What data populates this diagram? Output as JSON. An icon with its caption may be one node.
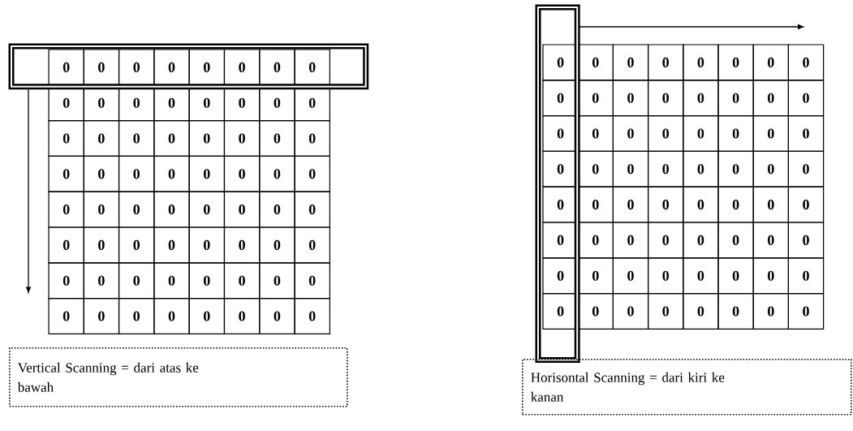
{
  "diagram": {
    "nodes": [
      {
        "text": [
          "Vertical Scanning = dari atas ke bawah"
        ]
      },
      {
        "text": [
          "Horisontal Scanning = dari kiri ke kanan"
        ]
      }
    ],
    "labels": [
      "0",
      "0",
      "0",
      "0",
      "0",
      "0",
      "0",
      "0",
      "0",
      "0",
      "0",
      "0",
      "0",
      "0",
      "0",
      "0",
      "0",
      "0",
      "0",
      "0",
      "0",
      "0",
      "0",
      "0",
      "0",
      "0",
      "0",
      "0",
      "0",
      "0",
      "0",
      "0",
      "0",
      "0",
      "0",
      "0",
      "0",
      "0",
      "0",
      "0",
      "0",
      "0",
      "0",
      "0",
      "0",
      "0",
      "0",
      "0",
      "0",
      "0",
      "0",
      "0",
      "0",
      "0",
      "0",
      "0",
      "0",
      "0",
      "0",
      "0",
      "0",
      "0",
      "0",
      "0",
      "0",
      "0",
      "0",
      "0",
      "0",
      "0",
      "0",
      "0",
      "0",
      "0",
      "0",
      "0",
      "0",
      "0",
      "0",
      "0",
      "0",
      "0",
      "0",
      "0",
      "0",
      "0",
      "0",
      "0",
      "0",
      "0",
      "0",
      "0",
      "0",
      "0",
      "0",
      "0",
      "0",
      "0",
      "0",
      "0",
      "0",
      "0",
      "0",
      "0",
      "0",
      "0",
      "0",
      "0",
      "0",
      "0",
      "0",
      "0",
      "0",
      "0",
      "0",
      "0",
      "0",
      "0",
      "0",
      "0",
      "0",
      "0",
      "0",
      "0",
      "0",
      "0",
      "0",
      "0"
    ]
  }
}
